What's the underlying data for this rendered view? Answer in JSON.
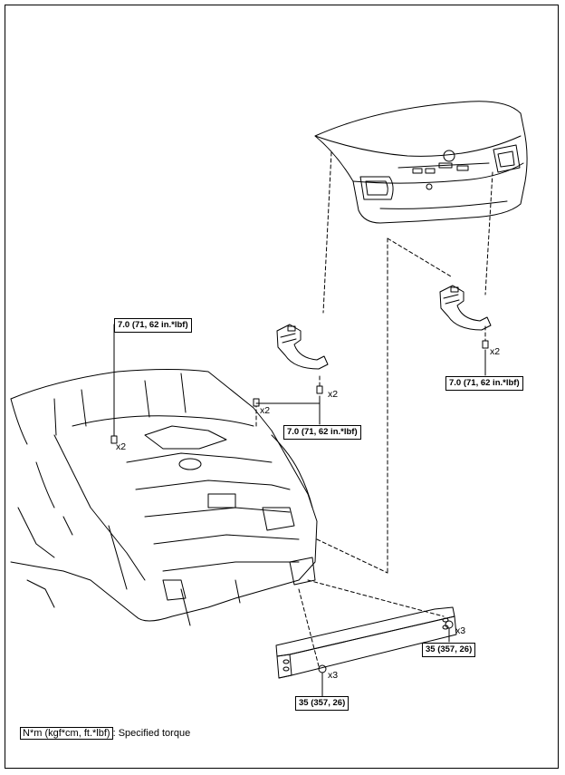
{
  "callouts": {
    "torque_top_left": "7.0 (71, 62 in.*lbf)",
    "torque_center": "7.0 (71, 62 in.*lbf)",
    "torque_right": "7.0 (71, 62 in.*lbf)",
    "torque_reinf_right": "35 (357, 26)",
    "torque_reinf_bottom": "35 (357, 26)"
  },
  "quantities": {
    "left_bolt": "x2",
    "center_bolt_a": "x2",
    "center_bolt_b": "x2",
    "right_bolt": "x2",
    "nut_right": "x3",
    "nut_bottom": "x3"
  },
  "legend": {
    "units": "N*m (kgf*cm, ft.*lbf)",
    "description": ": Specified torque"
  }
}
